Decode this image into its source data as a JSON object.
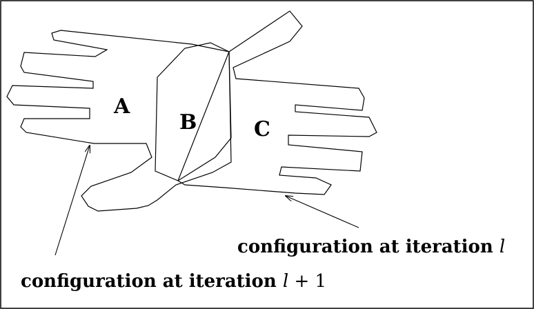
{
  "regions": {
    "a": "A",
    "b": "B",
    "c": "C"
  },
  "captions": {
    "iteration_l_text": "configuration at iteration ",
    "iteration_l_var": "l",
    "iteration_l1_text": "configuration at iteration ",
    "iteration_l1_var": "l",
    "iteration_l1_suffix": " + 1"
  }
}
